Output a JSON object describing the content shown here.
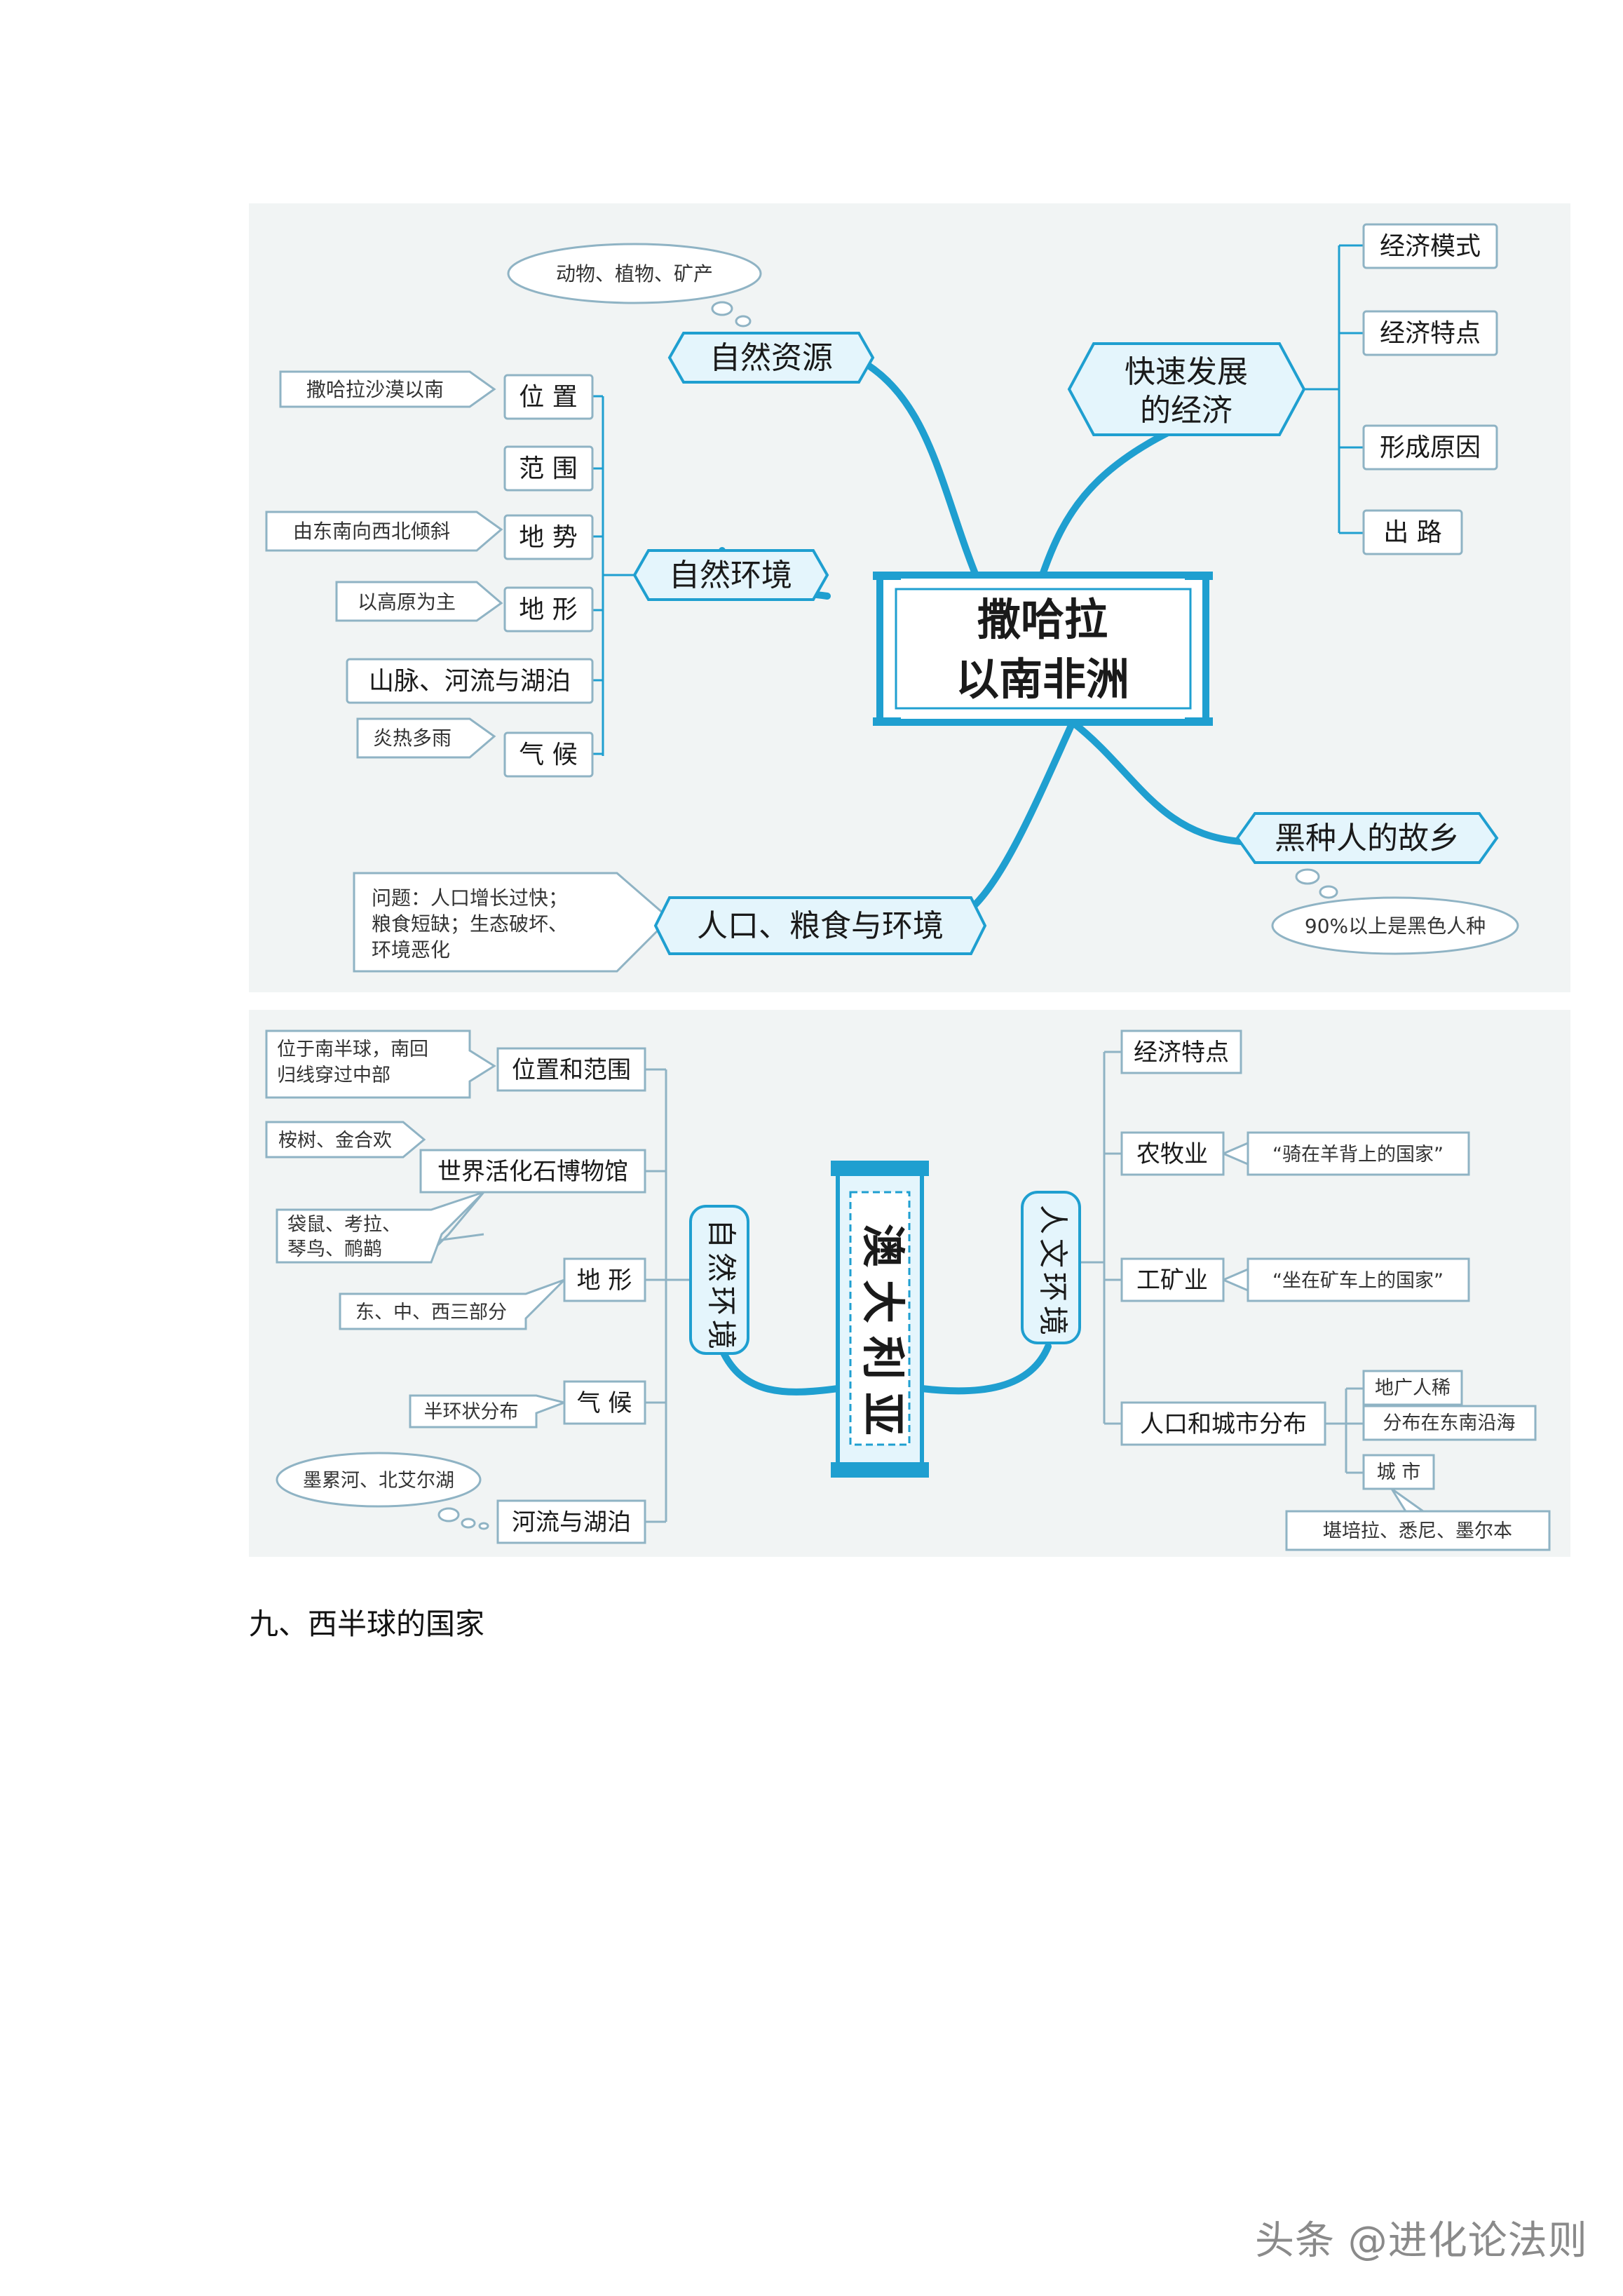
{
  "africa": {
    "center": [
      "撒哈拉",
      "以南非洲"
    ],
    "natural_resources": {
      "label": "自然资源",
      "note": "动物、植物、矿产"
    },
    "natural_env": {
      "label": "自然环境",
      "items": [
        {
          "label": "位 置",
          "note": "撒哈拉沙漠以南"
        },
        {
          "label": "范 围",
          "note": ""
        },
        {
          "label": "地 势",
          "note": "由东南向西北倾斜"
        },
        {
          "label": "地 形",
          "note": "以高原为主"
        },
        {
          "label": "山脉、河流与湖泊",
          "note": ""
        },
        {
          "label": "气 候",
          "note": "炎热多雨"
        }
      ]
    },
    "economy": {
      "label": [
        "快速发展",
        "的经济"
      ],
      "items": [
        "经济模式",
        "经济特点",
        "形成原因",
        "出 路"
      ]
    },
    "hometown": {
      "label": "黑种人的故乡",
      "note": "90%以上是黑色人种"
    },
    "population": {
      "label": "人口、粮食与环境",
      "note": [
        "问题：人口增长过快；",
        "粮食短缺；生态破坏、",
        "环境恶化"
      ]
    }
  },
  "australia": {
    "center": "澳大利亚",
    "natural_env": {
      "label": "自然环境",
      "items": [
        {
          "label": "位置和范围",
          "note": [
            "位于南半球，南回",
            "归线穿过中部"
          ]
        },
        {
          "label": "世界活化石博物馆",
          "note": [
            "桉树、金合欢"
          ],
          "note2": [
            "袋鼠、考拉、",
            "琴鸟、鸸鹋"
          ]
        },
        {
          "label": "地 形",
          "note": [
            "东、中、西三部分"
          ]
        },
        {
          "label": "气 候",
          "note": [
            "半环状分布"
          ]
        },
        {
          "label": "河流与湖泊",
          "note": [
            "墨累河、北艾尔湖"
          ]
        }
      ]
    },
    "human_env": {
      "label": "人文环境",
      "items": [
        {
          "label": "经济特点",
          "note": ""
        },
        {
          "label": "农牧业",
          "note": "“骑在羊背上的国家”"
        },
        {
          "label": "工矿业",
          "note": "“坐在矿车上的国家”"
        },
        {
          "label": "人口和城市分布",
          "subs": [
            "地广人稀",
            "分布在东南沿海",
            "城 市"
          ],
          "city_note": "堪培拉、悉尼、墨尔本"
        }
      ]
    }
  },
  "section_heading": "九、西半球的国家",
  "watermark": "头条 @进化论法则",
  "colors": {
    "accent": "#1f9fd0",
    "hex_fill": "#e4f5fc",
    "box_border": "#8fb3c4",
    "panel": "#f1f4f4"
  }
}
